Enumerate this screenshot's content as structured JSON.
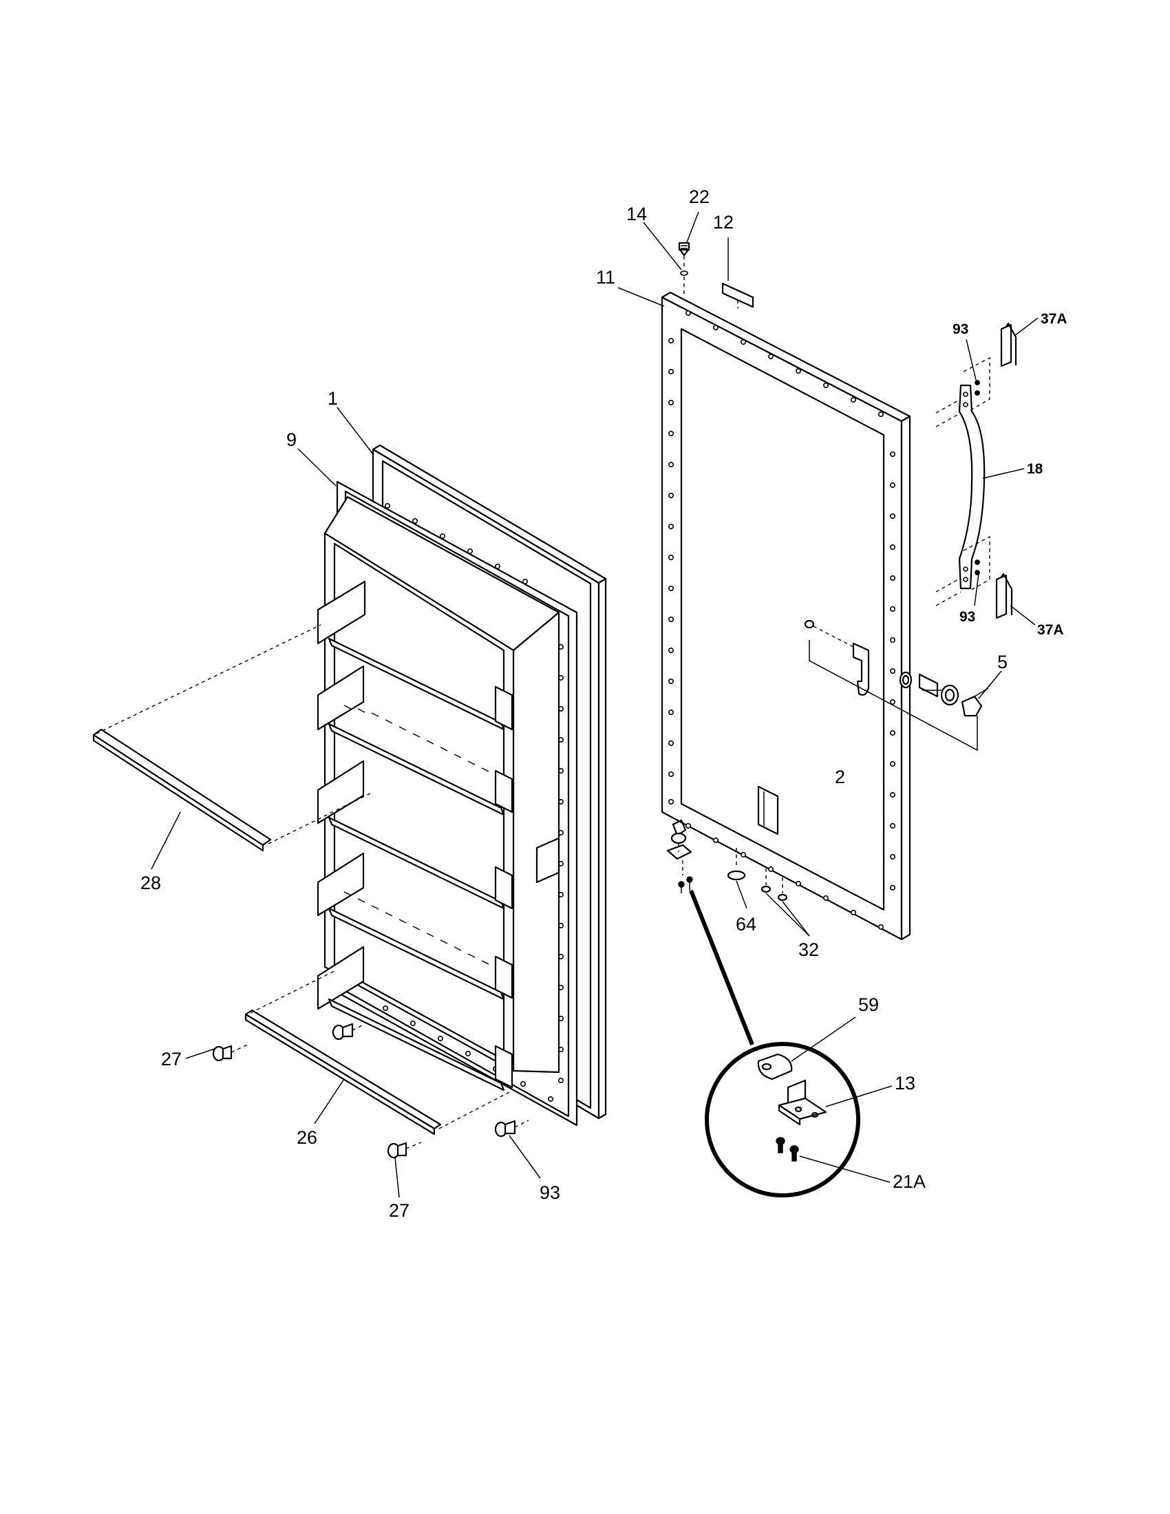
{
  "callouts": {
    "c1": "1",
    "c2": "2",
    "c5": "5",
    "c9": "9",
    "c11": "11",
    "c12": "12",
    "c13": "13",
    "c14": "14",
    "c18": "18",
    "c21a": "21A",
    "c22": "22",
    "c26": "26",
    "c27_left": "27",
    "c27_bottom": "27",
    "c28": "28",
    "c32": "32",
    "c37a_top": "37A",
    "c37a_bottom": "37A",
    "c59": "59",
    "c64": "64",
    "c93_top": "93",
    "c93_mid": "93",
    "c93_bottom": "93"
  }
}
